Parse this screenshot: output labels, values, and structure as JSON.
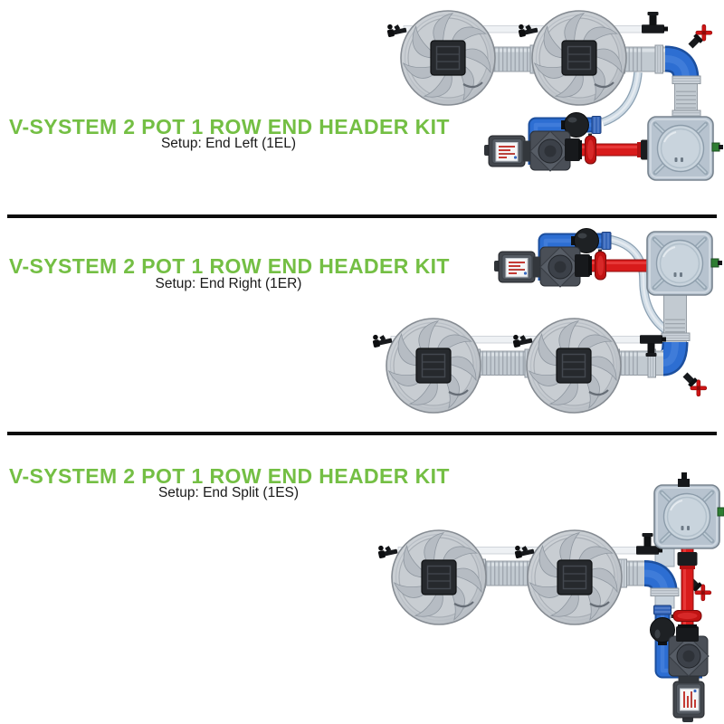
{
  "document": {
    "background": "#ffffff",
    "type": "product-configuration-sheet"
  },
  "colors": {
    "title_green": "#74bf44",
    "subtitle_ink": "#1a1a1a",
    "divider_black": "#0b0b0b",
    "pipe_blue": "#2d6ed2",
    "pipe_red": "#d81b1b",
    "pipe_gray": "#c2cad1",
    "hose_gray_blue": "#d0dce6",
    "tank_gray_blue": "#b7c3cf"
  },
  "panels": [
    {
      "id": "end-left",
      "title": "V-SYSTEM 2 POT 1 ROW END HEADER KIT",
      "subtitle": "Setup: End Left (1EL)",
      "diagram": "end-left-1el-diagram"
    },
    {
      "id": "end-right",
      "title": "V-SYSTEM 2 POT 1 ROW END HEADER KIT",
      "subtitle": "Setup: End Right (1ER)",
      "diagram": "end-right-1er-diagram"
    },
    {
      "id": "end-split",
      "title": "V-SYSTEM 2 POT 1 ROW END HEADER KIT",
      "subtitle": "Setup: End Split (1ES)",
      "diagram": "end-split-1es-diagram"
    }
  ],
  "diagram_legend": {
    "pot": "grow-pot-top-view",
    "tank": "header-reservoir-tank",
    "pump": "water-pump-with-power-plug",
    "blue_pipe": "pump-inlet-elbow-piping",
    "red_pipe": "pump-outlet-feed-line",
    "white_pipe": "air-line",
    "gray_pipe": "drain-manifold-pipe",
    "hose": "flexible-drain-hose",
    "ball_valve": "black-ball-valve",
    "red_valve": "red-shutoff-valve"
  }
}
